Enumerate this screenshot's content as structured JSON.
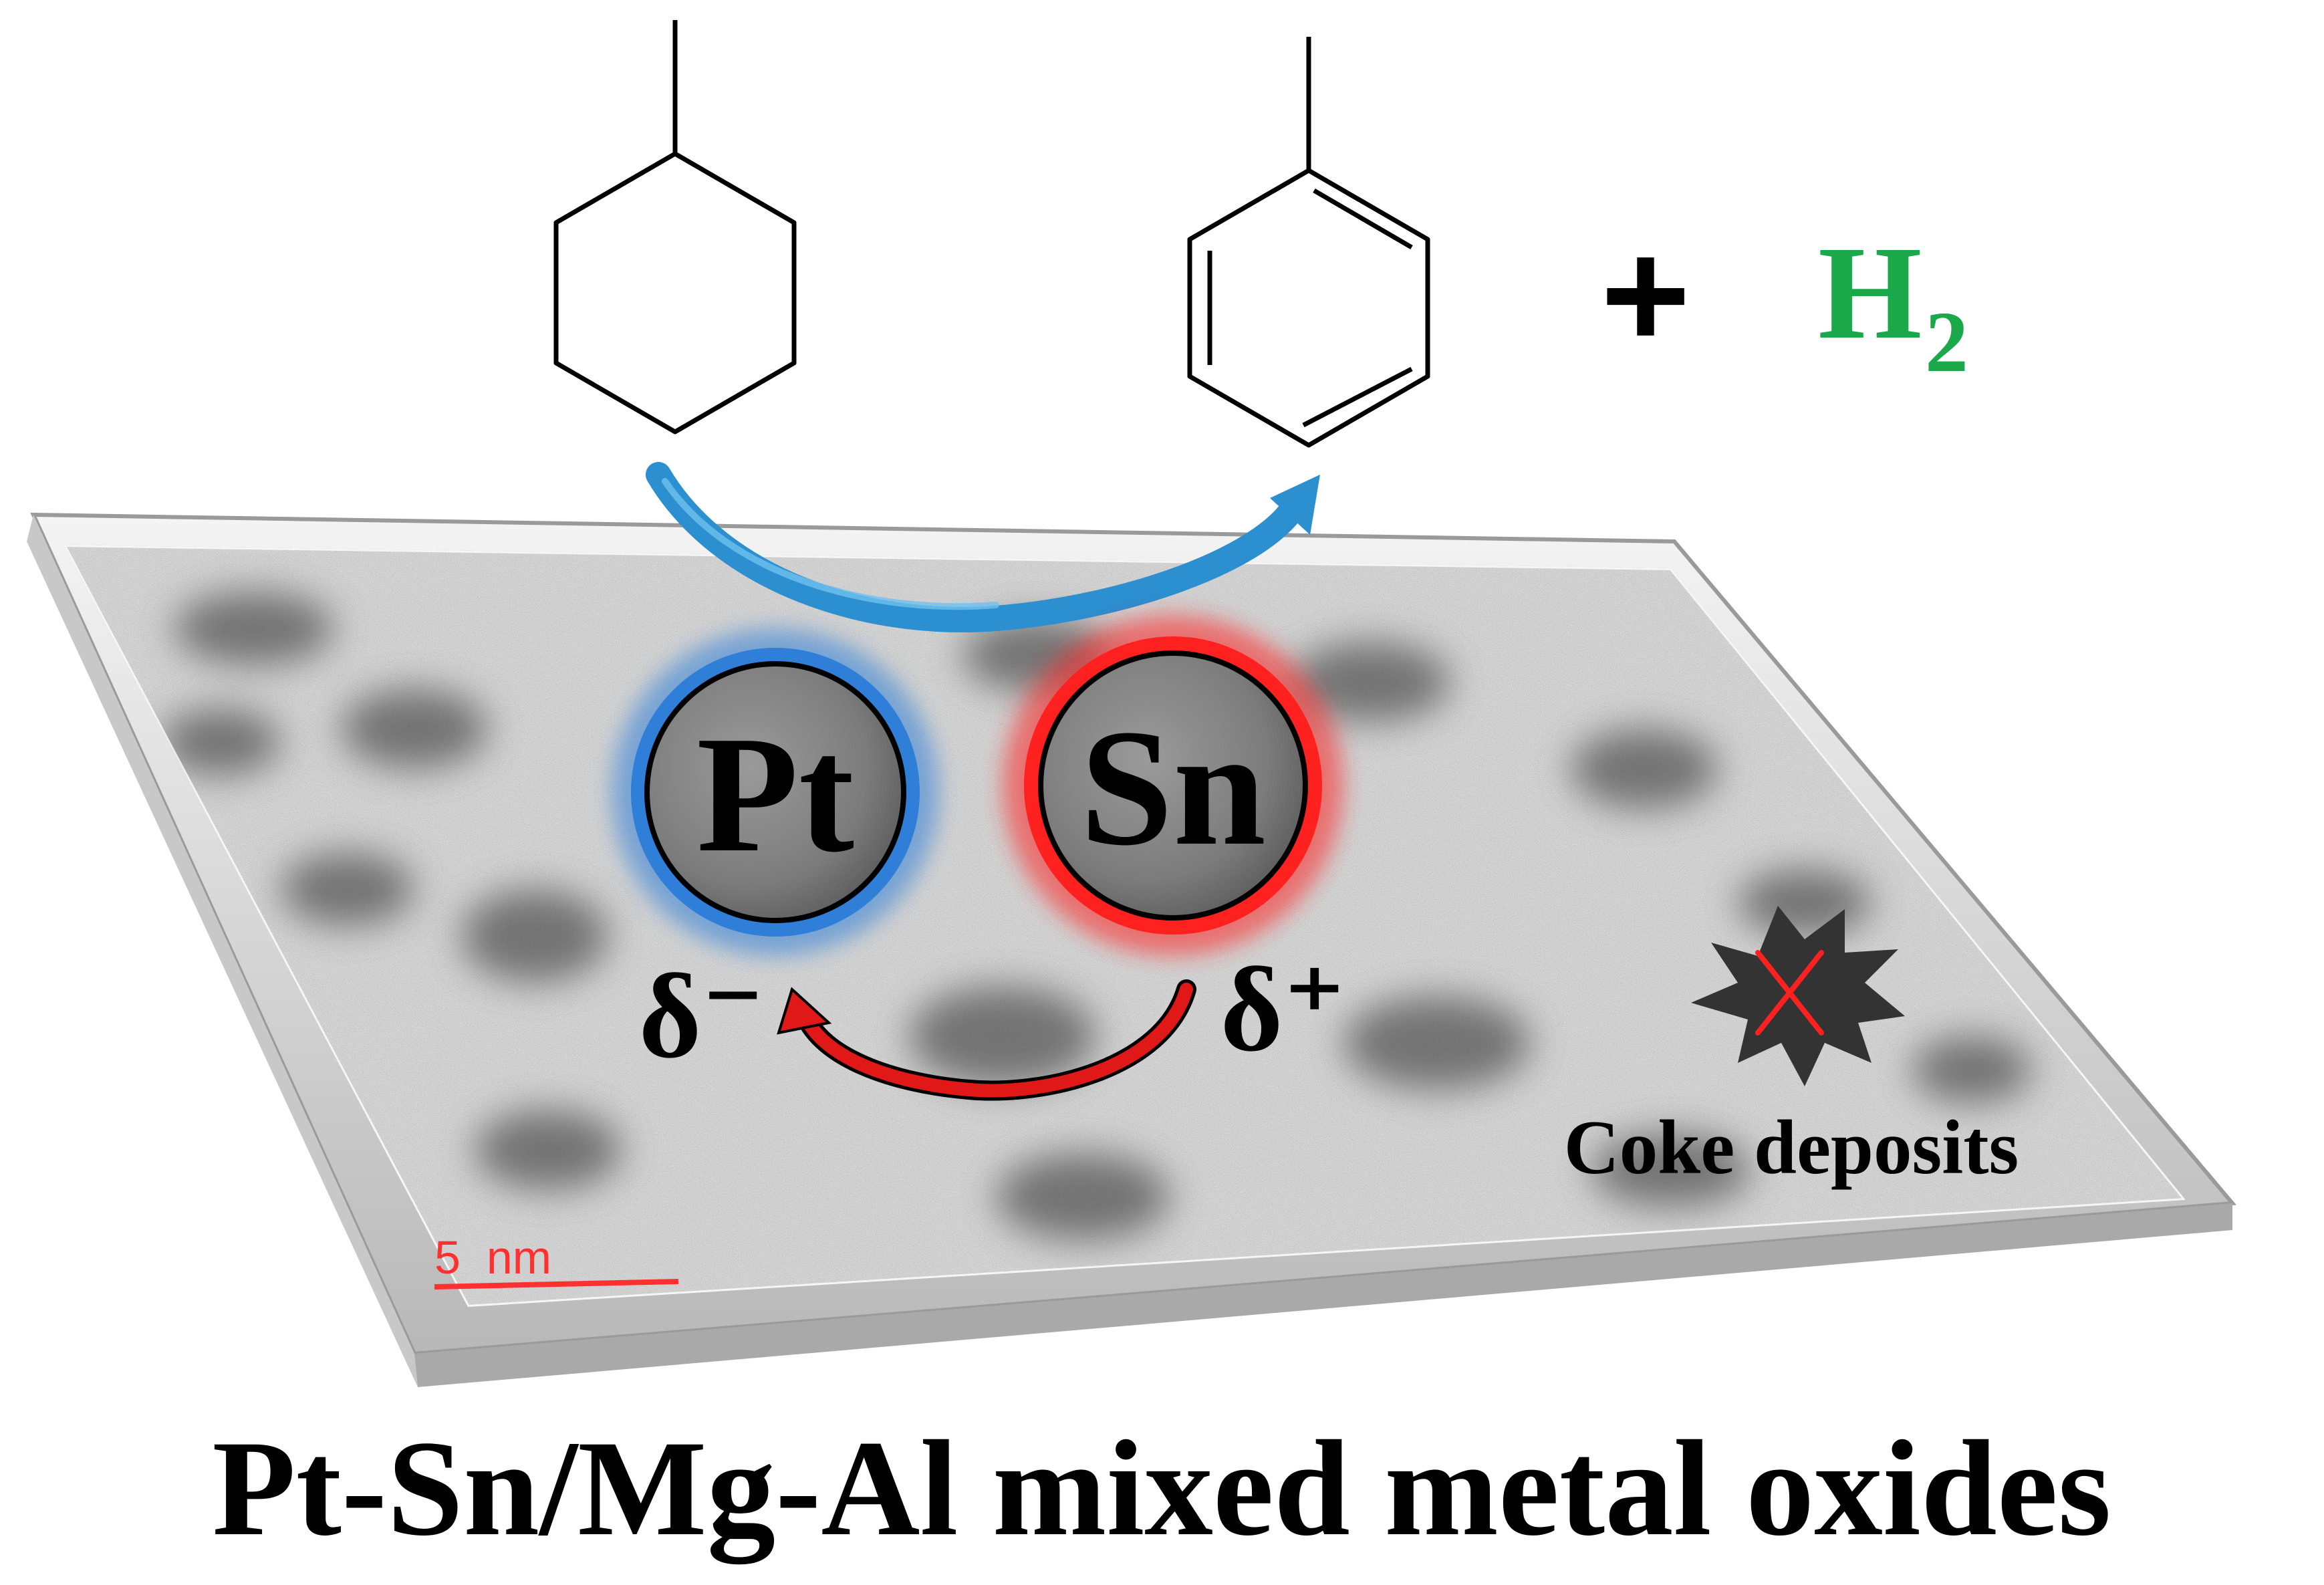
{
  "reaction": {
    "plus": "+",
    "product_gas": "H",
    "product_gas_subscript": "2"
  },
  "atoms": {
    "pt": {
      "label": "Pt",
      "charge": "δ⁻"
    },
    "sn": {
      "label": "Sn",
      "charge": "δ⁺"
    }
  },
  "support": {
    "scale_bar_label": "5  nm",
    "coke_label": "Coke deposits"
  },
  "caption": "Pt-Sn/Mg-Al mixed metal oxides",
  "colors": {
    "pt_glow": "#2f7fd8",
    "sn_glow": "#ff2020",
    "h2": "#1aa84a",
    "blue_arrow": "#2b8fd0",
    "red_arrow": "#e01818",
    "scale_bar": "#ff3030",
    "coke_x": "#ff2020"
  },
  "icons": {
    "reactant": "methylcyclohexane-structure",
    "product": "toluene-structure",
    "coke": "coke-starburst-icon",
    "forbidden": "cross-icon"
  }
}
